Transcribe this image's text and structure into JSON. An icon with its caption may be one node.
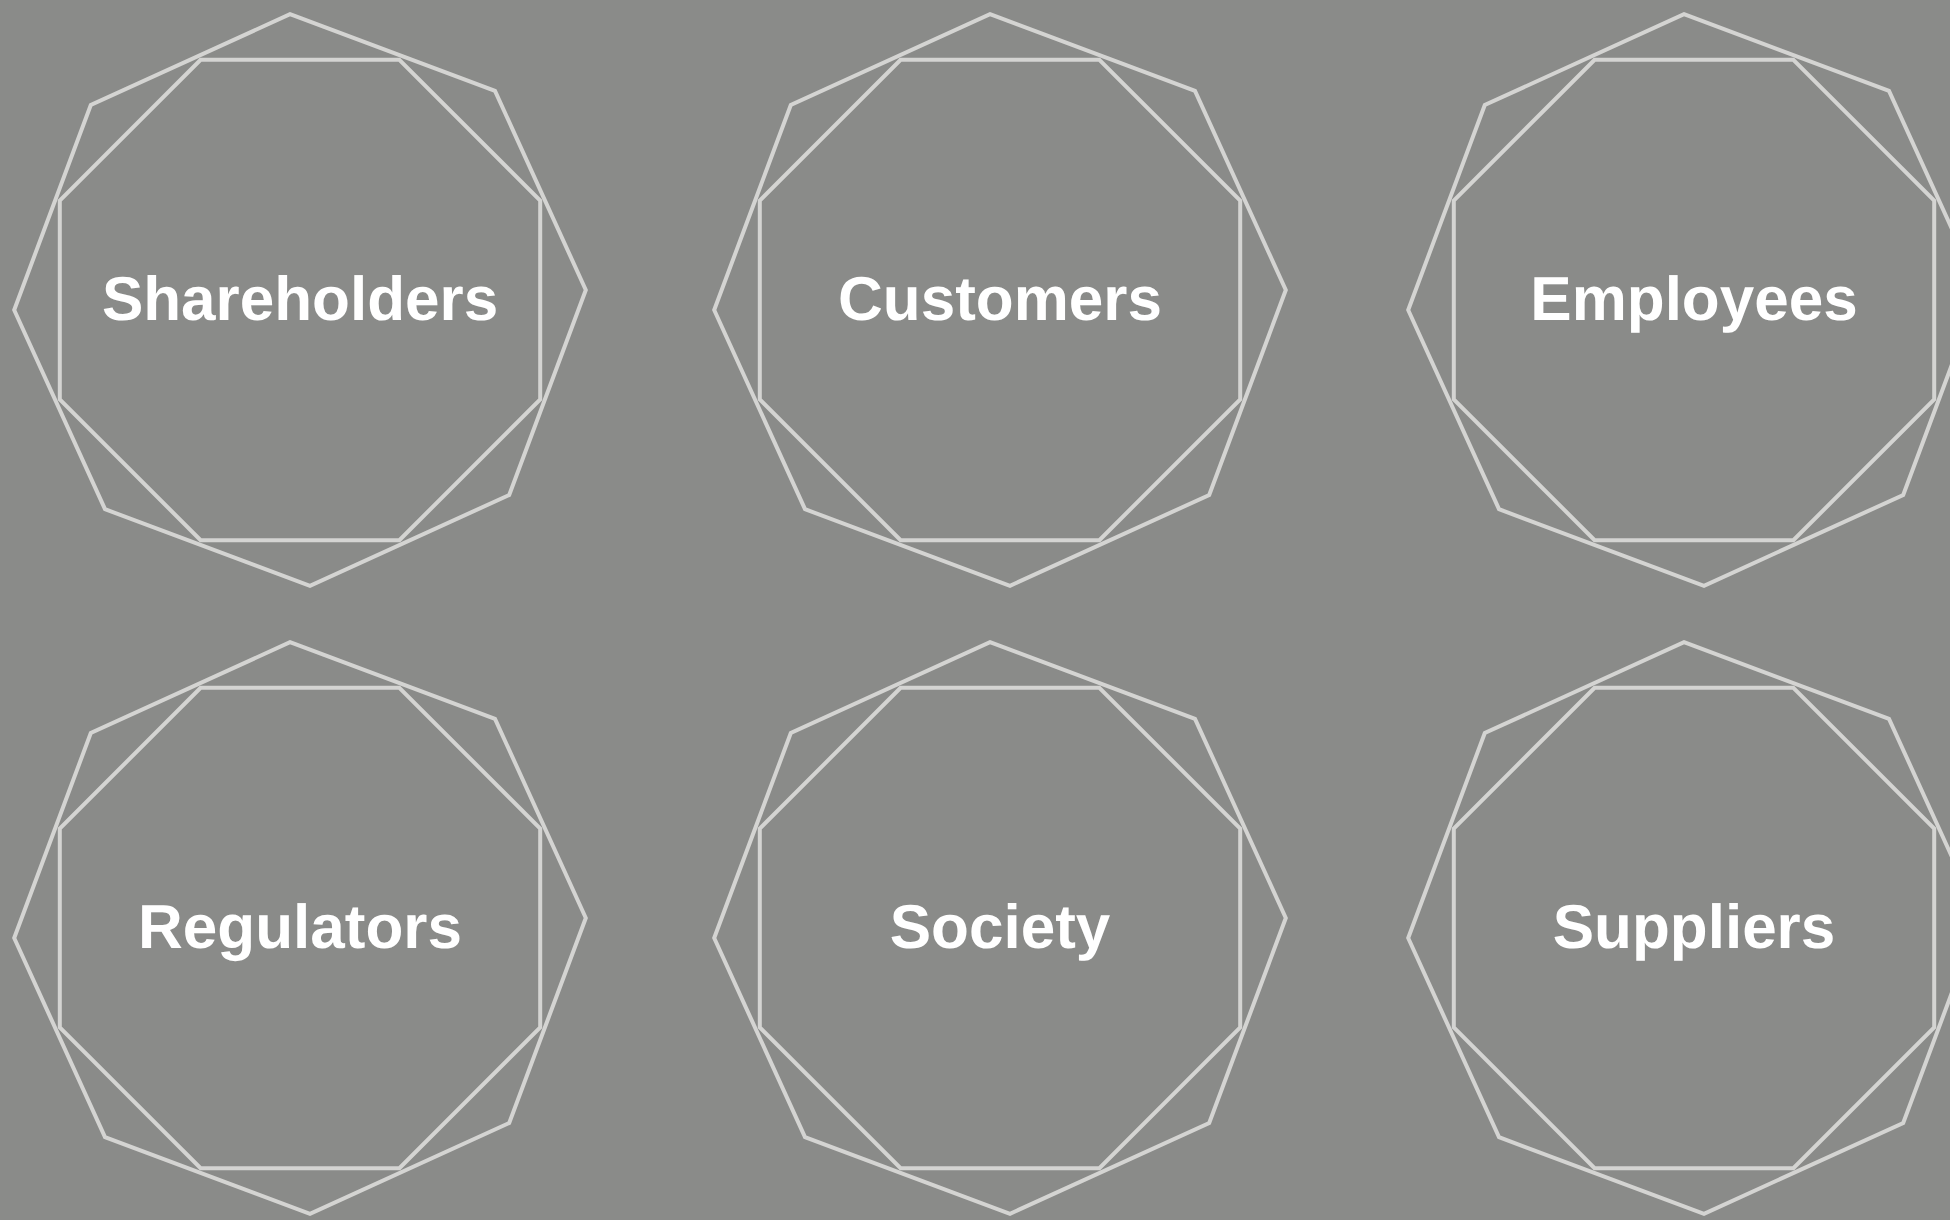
{
  "diagram": {
    "nodes": [
      {
        "text": [
          "Shareholders"
        ]
      },
      {
        "text": [
          "Customers"
        ]
      },
      {
        "text": [
          "Employees"
        ]
      },
      {
        "text": [
          "Regulators"
        ]
      },
      {
        "text": [
          "Society"
        ]
      },
      {
        "text": [
          "Suppliers"
        ]
      }
    ]
  }
}
